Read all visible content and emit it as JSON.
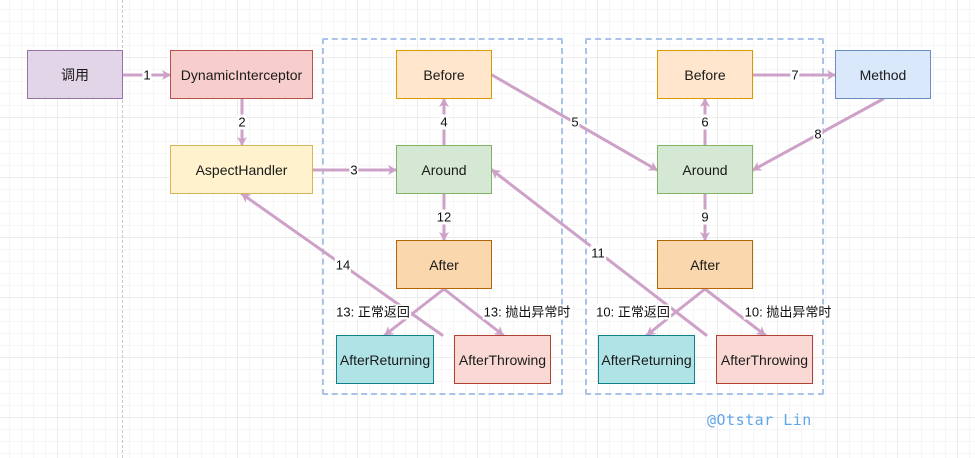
{
  "nodes": {
    "call": "调用",
    "dynamic_interceptor": "DynamicInterceptor",
    "aspect_handler": "AspectHandler",
    "before_1": "Before",
    "around_1": "Around",
    "after_1": "After",
    "after_returning_1": "AfterReturning",
    "after_throwing_1": "AfterThrowing",
    "before_2": "Before",
    "around_2": "Around",
    "after_2": "After",
    "after_returning_2": "AfterReturning",
    "after_throwing_2": "AfterThrowing",
    "method": "Method"
  },
  "edges": {
    "e1": "1",
    "e2": "2",
    "e3": "3",
    "e4": "4",
    "e5": "5",
    "e6": "6",
    "e7": "7",
    "e8": "8",
    "e9": "9",
    "e10a": "10: 正常返回",
    "e10b": "10: 抛出异常时",
    "e11": "11",
    "e12": "12",
    "e13a": "13: 正常返回",
    "e13b": "13: 抛出异常时",
    "e14": "14"
  },
  "watermark": "@Otstar Lin",
  "colors": {
    "arrow": "#cda1c8",
    "group_border": "#a9c4e8",
    "call_fill": "#e1d5e7",
    "call_border": "#9673a6",
    "red_fill": "#f8cecc",
    "red_border": "#b85450",
    "yellow_fill": "#fff2cc",
    "yellow_border": "#d6b656",
    "orange_fill": "#ffe6cc",
    "orange_border": "#d79b00",
    "green_fill": "#d5e8d4",
    "green_border": "#82b366",
    "after_fill": "#fad7ac",
    "after_border": "#b46504",
    "cyan_fill": "#b0e3e6",
    "cyan_border": "#0e8088",
    "throw_fill": "#fad9d5",
    "throw_border": "#ae4132",
    "blue_fill": "#dae8fc",
    "blue_border": "#6c8ebf"
  }
}
